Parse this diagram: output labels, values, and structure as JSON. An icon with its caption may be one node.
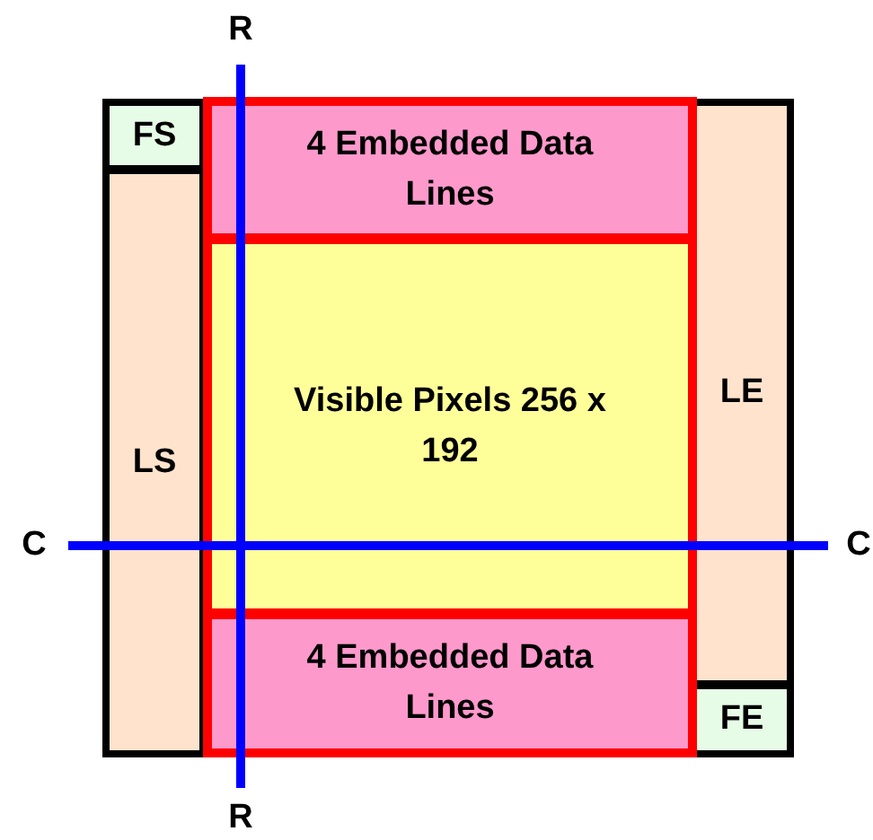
{
  "diagram": {
    "nodes": [
      {
        "text": [
          "FS"
        ]
      },
      {
        "text": [
          "LS"
        ]
      },
      {
        "text": [
          "4 Embedded Data Lines"
        ]
      },
      {
        "text": [
          "Visible Pixels 256 x 192"
        ]
      },
      {
        "text": [
          "4 Embedded Data Lines"
        ]
      },
      {
        "text": [
          "LE"
        ]
      },
      {
        "text": [
          "FE"
        ]
      }
    ],
    "edges": [],
    "labels": [
      "R",
      "C",
      "C",
      "R"
    ]
  }
}
